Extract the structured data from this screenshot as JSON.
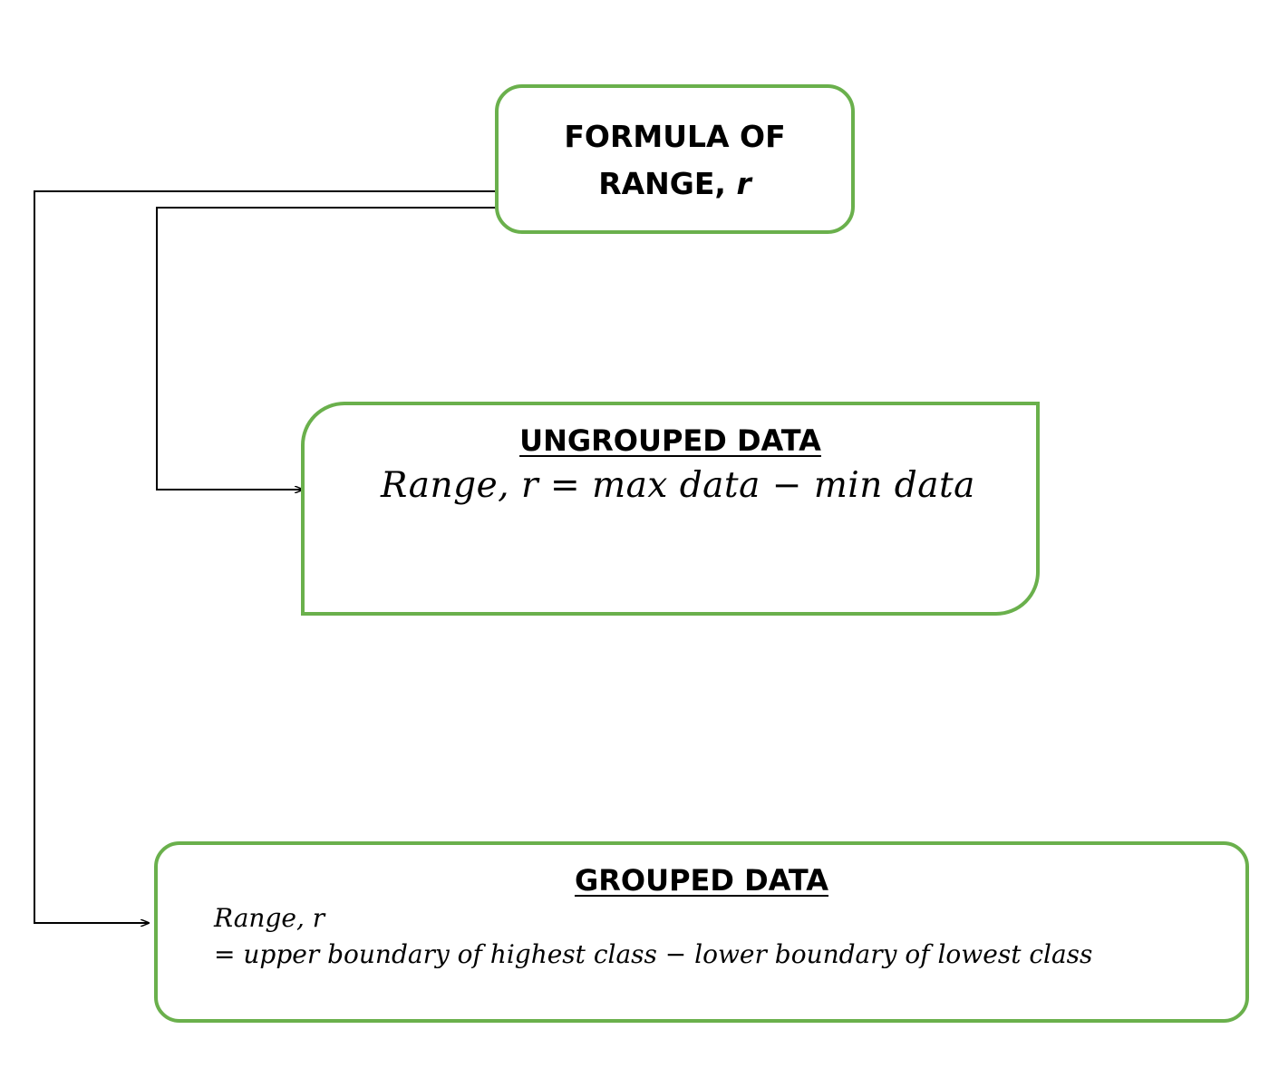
{
  "top_box": {
    "line1": "FORMULA OF",
    "line2_text": "RANGE, ",
    "line2_var": "r"
  },
  "ungrouped": {
    "heading": "UNGROUPED DATA",
    "formula": "Range, r = max data  − min data"
  },
  "grouped": {
    "heading": "GROUPED DATA",
    "formula_line1": "Range, r",
    "formula_line2": "= upper boundary of highest class −  lower boundary of lowest class"
  },
  "colors": {
    "box_border": "#6ab04c",
    "connector": "#000000"
  }
}
